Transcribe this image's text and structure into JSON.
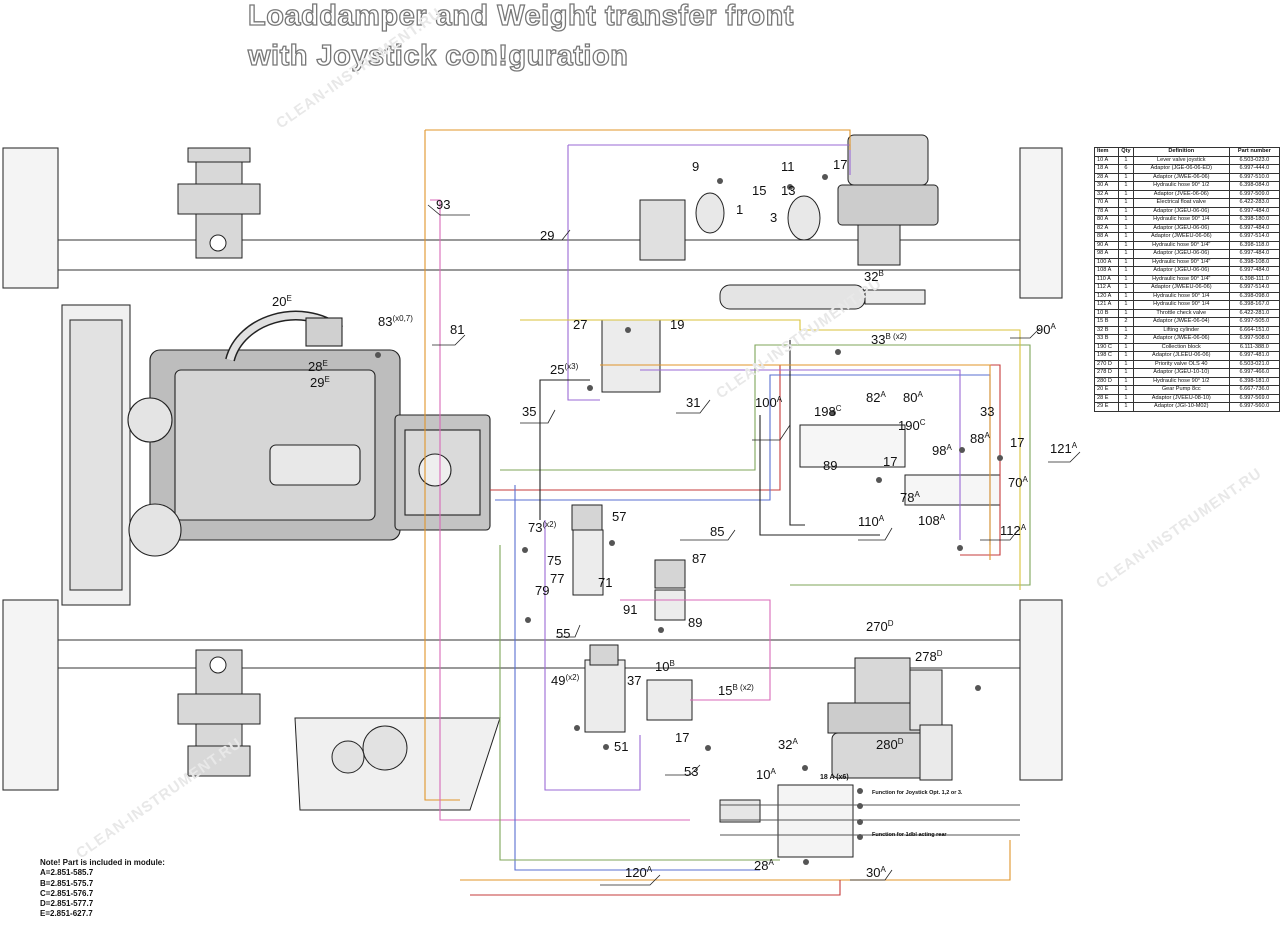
{
  "title": {
    "line1": "Loaddamper and Weight transfer front",
    "line2": "with Joystick con!guration"
  },
  "watermark": "CLEAN-INSTRUMENT.RU",
  "table": {
    "headers": [
      "Item",
      "Qty",
      "Definition",
      "Part number"
    ],
    "rows": [
      [
        "10 A",
        "1",
        "Lever valve joystick",
        "6.503-023.0"
      ],
      [
        "18 A",
        "6",
        "Adaptor (JGE-06-06-ED)",
        "6.997-444.0"
      ],
      [
        "28 A",
        "1",
        "Adaptor (JWEE-06-06)",
        "6.997-510.0"
      ],
      [
        "30 A",
        "1",
        "Hydraulic hose 90° 1/2",
        "6.398-084.0"
      ],
      [
        "32 A",
        "1",
        "Adaptor (JVEE-06-06)",
        "6.997-509.0"
      ],
      [
        "70 A",
        "1",
        "Electrical float valve",
        "6.422-283.0"
      ],
      [
        "78 A",
        "1",
        "Adaptor (JGEU-06-06)",
        "6.997-484.0"
      ],
      [
        "80 A",
        "1",
        "Hydraulic hose 90° 1/4",
        "6.398-180.0"
      ],
      [
        "82 A",
        "1",
        "Adaptor (JGEU-06-06)",
        "6.997-484.0"
      ],
      [
        "88 A",
        "1",
        "Adaptor (JWEEU-06-06)",
        "6.997-514.0"
      ],
      [
        "90 A",
        "1",
        "Hydraulic hose 90° 1/4\"",
        "6.398-118.0"
      ],
      [
        "98 A",
        "1",
        "Adaptor (JGEU-06-06)",
        "6.997-484.0"
      ],
      [
        "100 A",
        "1",
        "Hydraulic hose 90° 1/4\"",
        "6.398-108.0"
      ],
      [
        "108 A",
        "1",
        "Adaptor (JGEU-06-06)",
        "6.997-484.0"
      ],
      [
        "110 A",
        "1",
        "Hydraulic hose 90° 1/4\"",
        "6.398-111.0"
      ],
      [
        "112 A",
        "1",
        "Adaptor (JWEEU-06-06)",
        "6.997-514.0"
      ],
      [
        "120 A",
        "1",
        "Hydraulic hose 90° 1/4",
        "6.398-098.0"
      ],
      [
        "121 A",
        "1",
        "Hydraulic hose 90° 1/4",
        "6.398-167.0"
      ],
      [
        "10 B",
        "1",
        "Throttle check valve",
        "6.422-281.0"
      ],
      [
        "15 B",
        "2",
        "Adaptor (JWEE-06-04)",
        "6.997-505.0"
      ],
      [
        "32 B",
        "1",
        "Lifting cylinder",
        "6.664-151.0"
      ],
      [
        "33 B",
        "2",
        "Adaptor (JWEE-06-06)",
        "6.997-508.0"
      ],
      [
        "190 C",
        "1",
        "Collection block",
        "6.111-388.0"
      ],
      [
        "198 C",
        "1",
        "Adaptor (JLEEU-06-06)",
        "6.997-481.0"
      ],
      [
        "270 D",
        "1",
        "Priority valve OLS 40",
        "6.503-021.0"
      ],
      [
        "278 D",
        "1",
        "Adaptor (JGEU-10-10)",
        "6.997-466.0"
      ],
      [
        "280 D",
        "1",
        "Hydraulic hose 90° 1/2",
        "6.398-181.0"
      ],
      [
        "20 E",
        "1",
        "Gear Pump 8cc",
        "6.667-736.0"
      ],
      [
        "28 E",
        "1",
        "Adaptor (JVEEU-08-10)",
        "6.997-569.0"
      ],
      [
        "29 E",
        "1",
        "Adaptor (JGI-10-M02)",
        "6.997-560.0"
      ]
    ]
  },
  "callouts": [
    {
      "text": "93",
      "sup": ""
    },
    {
      "text": "29",
      "sup": ""
    },
    {
      "text": "9",
      "sup": ""
    },
    {
      "text": "11",
      "sup": ""
    },
    {
      "text": "17",
      "sup": ""
    },
    {
      "text": "15",
      "sup": ""
    },
    {
      "text": "13",
      "sup": ""
    },
    {
      "text": "1",
      "sup": ""
    },
    {
      "text": "3",
      "sup": ""
    },
    {
      "text": "32",
      "sup": "B"
    },
    {
      "text": "20",
      "sup": "E"
    },
    {
      "text": "83",
      "sup": "(x0,7)"
    },
    {
      "text": "81",
      "sup": ""
    },
    {
      "text": "28",
      "sup": "E"
    },
    {
      "text": "29",
      "sup": "E"
    },
    {
      "text": "27",
      "sup": ""
    },
    {
      "text": "19",
      "sup": ""
    },
    {
      "text": "33",
      "sup": "B (x2)"
    },
    {
      "text": "90",
      "sup": "A"
    },
    {
      "text": "25",
      "sup": "(x3)"
    },
    {
      "text": "35",
      "sup": ""
    },
    {
      "text": "31",
      "sup": ""
    },
    {
      "text": "100",
      "sup": "A"
    },
    {
      "text": "82",
      "sup": "A"
    },
    {
      "text": "80",
      "sup": "A"
    },
    {
      "text": "198",
      "sup": "C"
    },
    {
      "text": "33",
      "sup": ""
    },
    {
      "text": "190",
      "sup": "C"
    },
    {
      "text": "98",
      "sup": "A"
    },
    {
      "text": "88",
      "sup": "A"
    },
    {
      "text": "17",
      "sup": ""
    },
    {
      "text": "121",
      "sup": "A"
    },
    {
      "text": "89",
      "sup": ""
    },
    {
      "text": "17",
      "sup": ""
    },
    {
      "text": "70",
      "sup": "A"
    },
    {
      "text": "78",
      "sup": "A"
    },
    {
      "text": "110",
      "sup": "A"
    },
    {
      "text": "108",
      "sup": "A"
    },
    {
      "text": "112",
      "sup": "A"
    },
    {
      "text": "57",
      "sup": ""
    },
    {
      "text": "85",
      "sup": ""
    },
    {
      "text": "73",
      "sup": "(x2)"
    },
    {
      "text": "75",
      "sup": ""
    },
    {
      "text": "77",
      "sup": ""
    },
    {
      "text": "79",
      "sup": ""
    },
    {
      "text": "71",
      "sup": ""
    },
    {
      "text": "87",
      "sup": ""
    },
    {
      "text": "91",
      "sup": ""
    },
    {
      "text": "89",
      "sup": ""
    },
    {
      "text": "55",
      "sup": ""
    },
    {
      "text": "270",
      "sup": "D"
    },
    {
      "text": "278",
      "sup": "D"
    },
    {
      "text": "49",
      "sup": "(x2)"
    },
    {
      "text": "37",
      "sup": ""
    },
    {
      "text": "10",
      "sup": "B"
    },
    {
      "text": "15",
      "sup": "B (x2)"
    },
    {
      "text": "17",
      "sup": ""
    },
    {
      "text": "51",
      "sup": ""
    },
    {
      "text": "53",
      "sup": ""
    },
    {
      "text": "280",
      "sup": "D"
    },
    {
      "text": "32",
      "sup": "A"
    },
    {
      "text": "10",
      "sup": "A"
    },
    {
      "text": "18 A (x6)",
      "sup": ""
    },
    {
      "text": "28",
      "sup": "A"
    },
    {
      "text": "30",
      "sup": "A"
    },
    {
      "text": "120",
      "sup": "A"
    }
  ],
  "functions": {
    "f1": "Function for Joystick Opt. 1,2 or 3.",
    "f2": "Function for 1dbl acting rear"
  },
  "note": {
    "heading": "Note! Part is included in module:",
    "lines": [
      "A=2.851-585.7",
      "B=2.851-575.7",
      "C=2.851-576.7",
      "D=2.851-577.7",
      "E=2.851-627.7"
    ]
  },
  "colors": {
    "hose_purple": "#9a6ad6",
    "hose_orange": "#e0952a",
    "hose_pink": "#d86ab8",
    "hose_red": "#c63b3b",
    "hose_blue": "#5a6fd0",
    "hose_green": "#7fa55a",
    "hose_yellow": "#d8c23a",
    "line_dark": "#222222"
  }
}
